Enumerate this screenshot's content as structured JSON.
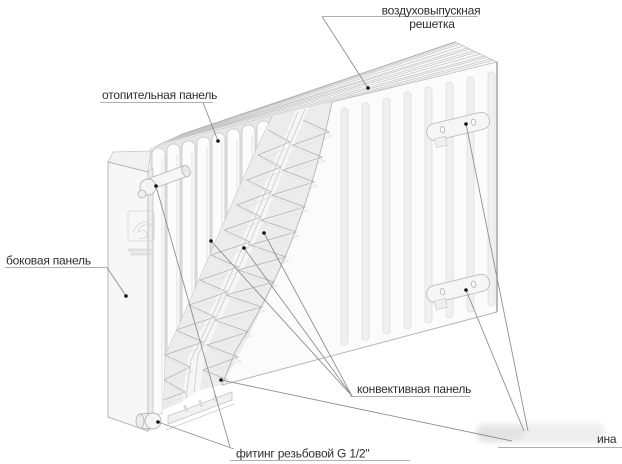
{
  "diagram": {
    "subject": "panel-radiator-cutaway-illustration",
    "labels": {
      "air_grille_line1": "воздуховыпускная",
      "air_grille_line2": "решетка",
      "heating_panel": "отопительная панель",
      "side_panel": "боковая панель",
      "convective_panel": "конвективная панель",
      "fitting": "фитинг резьбовой G 1/2\"",
      "watermark_remnant": "ина"
    },
    "colors": {
      "background": "#ffffff",
      "label_text": "#2e2e2e",
      "underline": "#b0b0b0",
      "leader_line": "#8f8f8f",
      "panel_fill": "#f8f8f8",
      "edge_line": "#b5b5b5"
    }
  }
}
